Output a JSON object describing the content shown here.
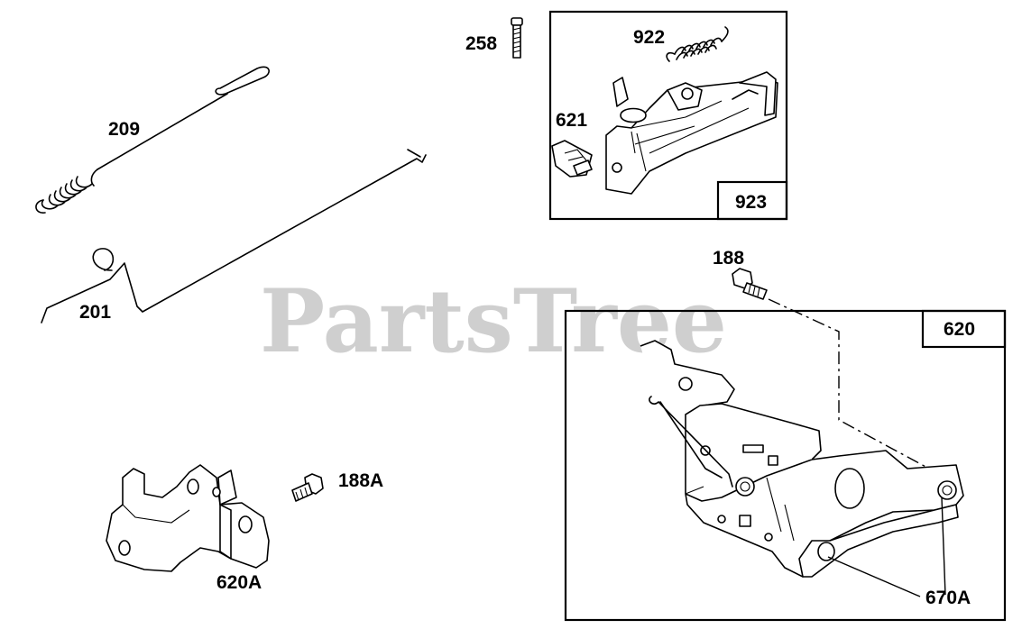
{
  "watermark": "PartsTree",
  "callouts": {
    "c258": "258",
    "c922": "922",
    "c621": "621",
    "c923": "923",
    "c209": "209",
    "c201": "201",
    "c188": "188",
    "c620": "620",
    "c188A": "188A",
    "c620A": "620A",
    "c670A": "670A"
  }
}
